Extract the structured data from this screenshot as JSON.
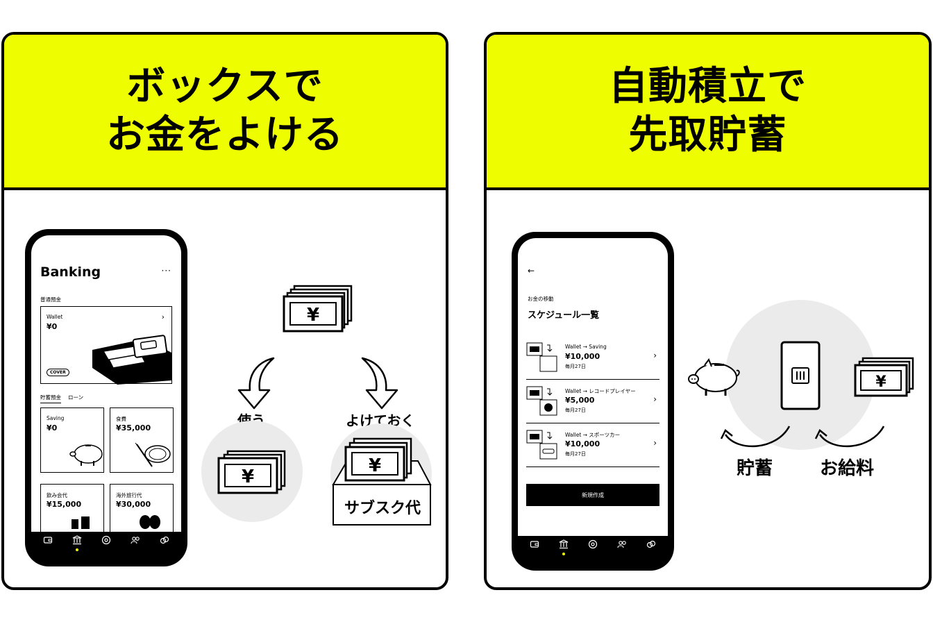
{
  "colors": {
    "accent": "#eefe00",
    "circle": "#ebebeb"
  },
  "left_panel": {
    "title_lines": [
      "ボックスで",
      "お金をよける"
    ],
    "phone": {
      "app_title": "Banking",
      "menu_icon": "more-dots-icon",
      "section_label": "普通預金",
      "wallet": {
        "name": "Wallet",
        "amount": "¥0",
        "badge": "COVER"
      },
      "tabs": [
        "貯蓄預金",
        "ローン"
      ],
      "boxes": [
        {
          "name": "Saving",
          "amount": "¥0"
        },
        {
          "name": "食費",
          "amount": "¥35,000"
        },
        {
          "name": "飲み会代",
          "amount": "¥15,000"
        },
        {
          "name": "海外旅行代",
          "amount": "¥30,000"
        }
      ]
    },
    "use_label": "使う",
    "set_aside_label": "よけておく",
    "box_label": "サブスク代"
  },
  "right_panel": {
    "title_lines": [
      "自動積立で",
      "先取貯蓄"
    ],
    "phone": {
      "back_icon": "back-arrow-icon",
      "subtitle": "お金の移動",
      "title": "スケジュール一覧",
      "schedules": [
        {
          "route": "Wallet → Saving",
          "amount": "¥10,000",
          "date": "毎月27日"
        },
        {
          "route": "Wallet → レコードプレイヤー",
          "amount": "¥5,000",
          "date": "毎月27日"
        },
        {
          "route": "Wallet → スポーツカー",
          "amount": "¥10,000",
          "date": "毎月27日"
        }
      ],
      "create_button": "新規作成"
    },
    "savings_label": "貯蓄",
    "salary_label": "お給料"
  },
  "tab_icons": [
    "wallet-icon",
    "bank-icon",
    "target-icon",
    "people-icon",
    "link-icon"
  ]
}
